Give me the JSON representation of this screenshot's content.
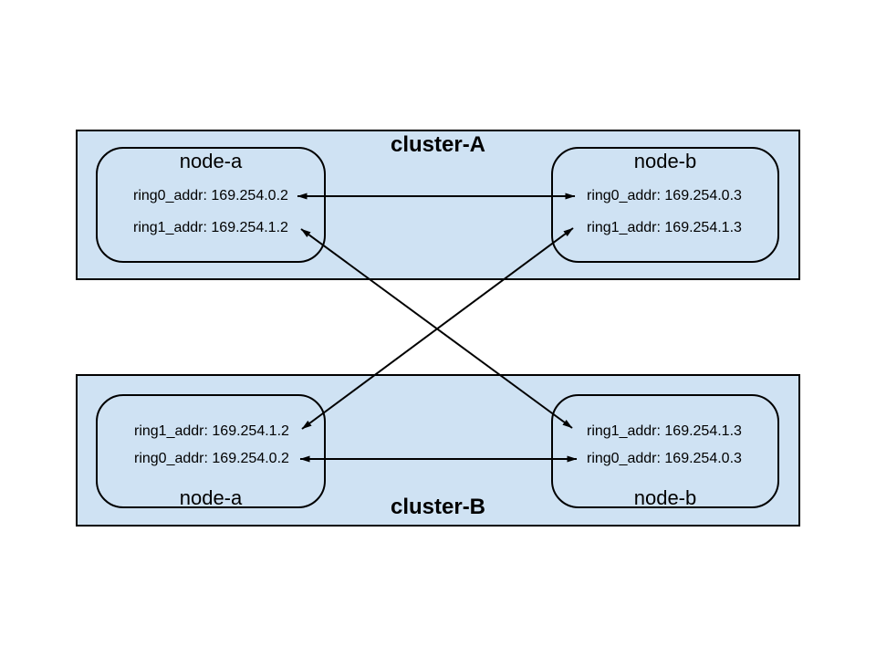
{
  "diagram": {
    "type": "network-topology",
    "background_color": "#ffffff",
    "cluster_fill_color": "#cfe2f3",
    "line_color": "#000000"
  },
  "clusters": [
    {
      "title": "cluster-A",
      "nodes": [
        {
          "label": "node-a",
          "rings": [
            "ring0_addr: 169.254.0.2",
            "ring1_addr: 169.254.1.2"
          ]
        },
        {
          "label": "node-b",
          "rings": [
            "ring0_addr: 169.254.0.3",
            "ring1_addr: 169.254.1.3"
          ]
        }
      ]
    },
    {
      "title": "cluster-B",
      "nodes": [
        {
          "label": "node-a",
          "rings": [
            "ring1_addr: 169.254.1.2",
            "ring0_addr: 169.254.0.2"
          ]
        },
        {
          "label": "node-b",
          "rings": [
            "ring1_addr: 169.254.1.3",
            "ring0_addr: 169.254.0.3"
          ]
        }
      ]
    }
  ],
  "connections": [
    {
      "from": "cluster-A node-a ring0_addr 169.254.0.2",
      "to": "cluster-A node-b ring0_addr 169.254.0.3",
      "style": "bidirectional"
    },
    {
      "from": "cluster-B node-a ring0_addr 169.254.0.2",
      "to": "cluster-B node-b ring0_addr 169.254.0.3",
      "style": "bidirectional"
    },
    {
      "from": "cluster-A node-a ring1_addr 169.254.1.2",
      "to": "cluster-B node-b ring1_addr 169.254.1.3",
      "style": "bidirectional"
    },
    {
      "from": "cluster-A node-b ring1_addr 169.254.1.3",
      "to": "cluster-B node-a ring1_addr 169.254.1.2",
      "style": "bidirectional"
    }
  ]
}
